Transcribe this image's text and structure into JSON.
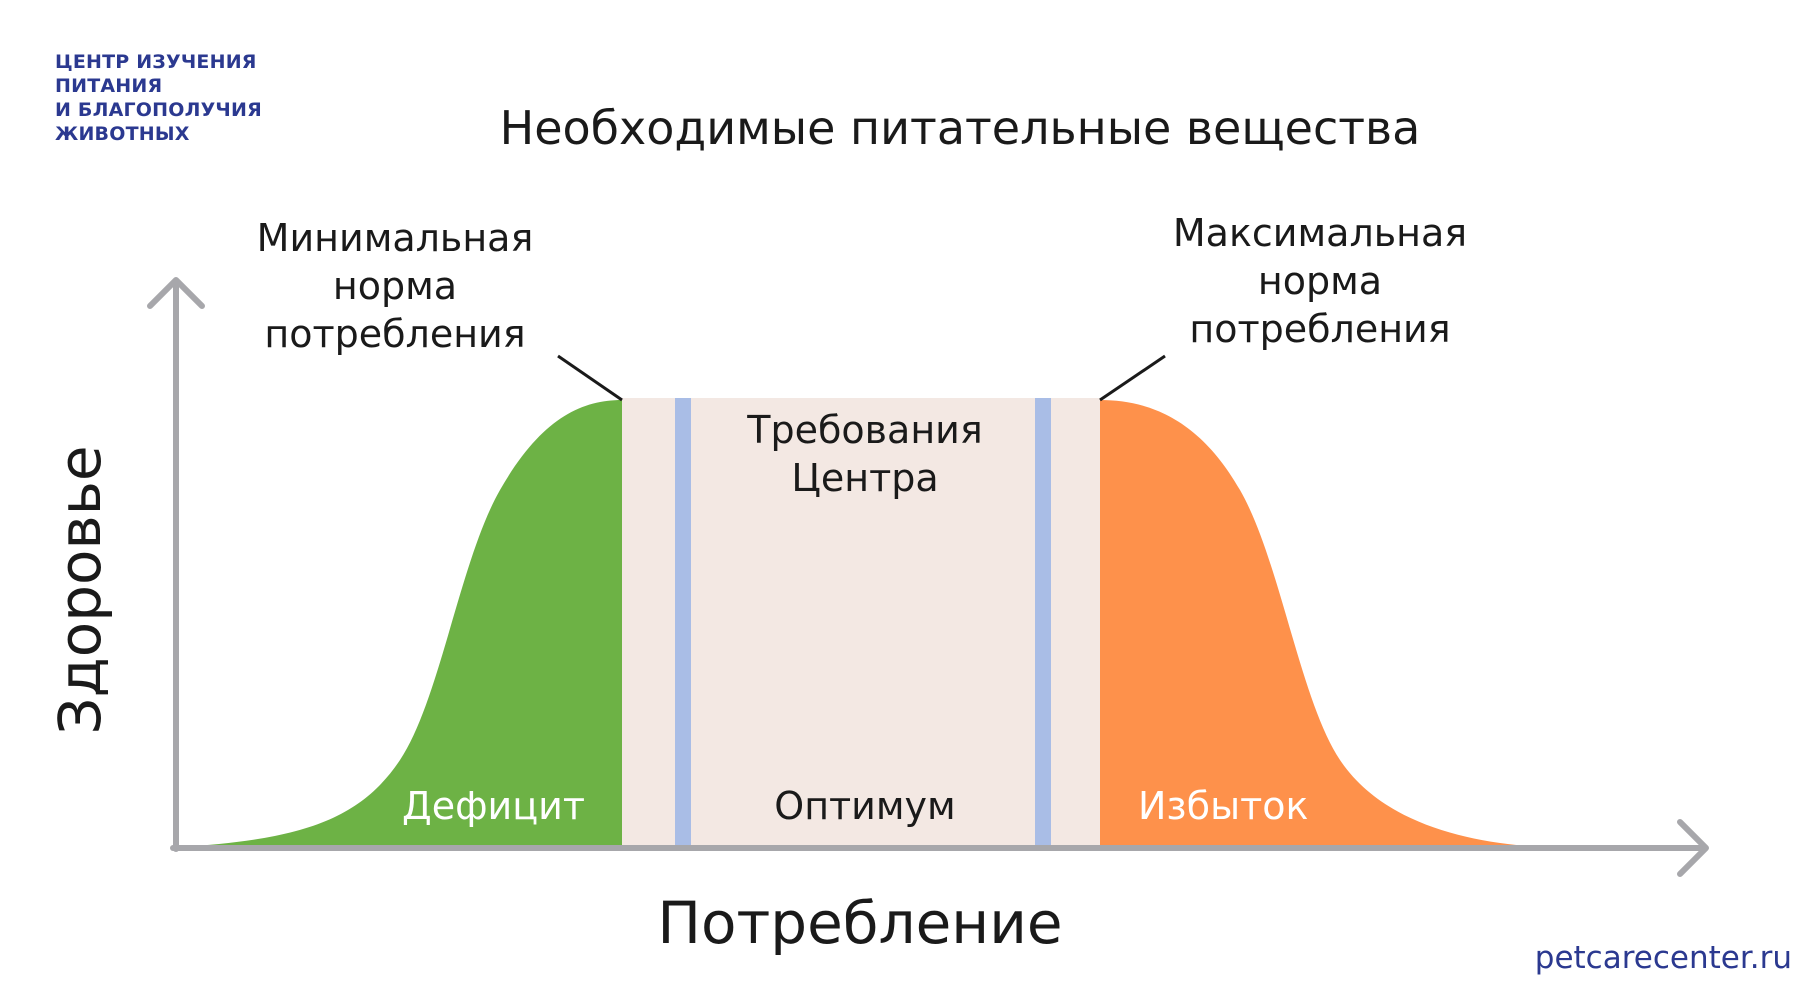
{
  "logo": {
    "line1": "ЦЕНТР ИЗУЧЕНИЯ",
    "line2": "ПИТАНИЯ",
    "line3": "И БЛАГОПОЛУЧИЯ",
    "line4": "ЖИВОТНЫХ"
  },
  "title": "Необходимые питательные вещества",
  "min_norm": {
    "line1": "Минимальная",
    "line2": "норма",
    "line3": "потребления"
  },
  "max_norm": {
    "line1": "Максимальная",
    "line2": "норма",
    "line3": "потребления"
  },
  "requirements": {
    "line1": "Требования",
    "line2": "Центра"
  },
  "zones": {
    "deficit": "Дефицит",
    "optimum": "Оптимум",
    "excess": "Избыток"
  },
  "axes": {
    "x_label": "Потребление",
    "y_label": "Здоровье"
  },
  "site": "petcarecenter.ru",
  "colors": {
    "deficit": "#6db245",
    "optimum": "#f3e8e3",
    "excess": "#fe914b",
    "requirement_lines": "#a9bde6",
    "axis": "#a7a7ab",
    "brand": "#2b3990"
  }
}
